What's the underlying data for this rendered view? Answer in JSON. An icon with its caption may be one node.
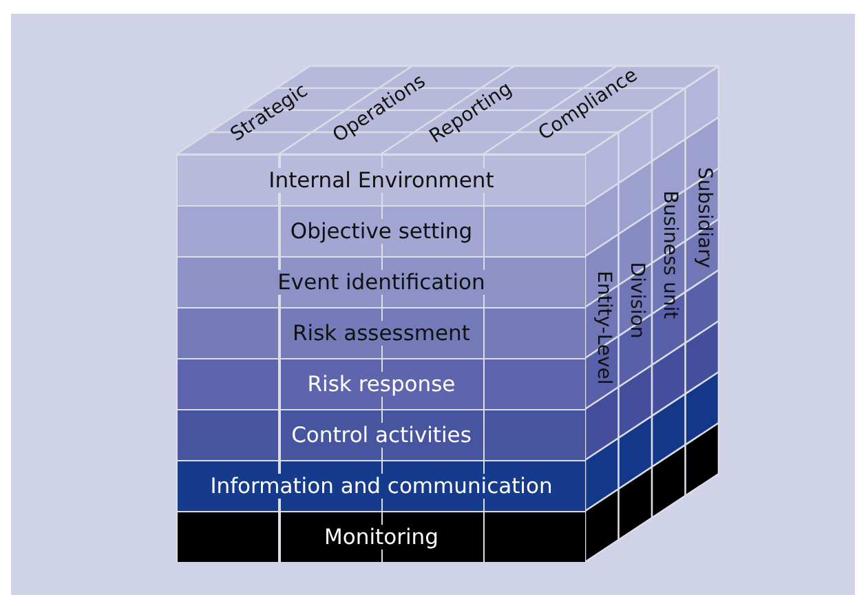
{
  "diagram": {
    "nodes": [
      {
        "text": [
          "Internal Environment"
        ]
      },
      {
        "text": [
          "Objective setting"
        ]
      },
      {
        "text": [
          "Event identification"
        ]
      },
      {
        "text": [
          "Risk assessment"
        ]
      },
      {
        "text": [
          "Risk response"
        ]
      },
      {
        "text": [
          "Control activities"
        ]
      },
      {
        "text": [
          "Information and communication"
        ]
      },
      {
        "text": [
          "Monitoring"
        ]
      }
    ],
    "labels": [
      "Strategic",
      "Operations",
      "Reporting",
      "Compliance",
      "Entity-Level",
      "Division",
      "Business unit",
      "Subsidiary"
    ]
  }
}
